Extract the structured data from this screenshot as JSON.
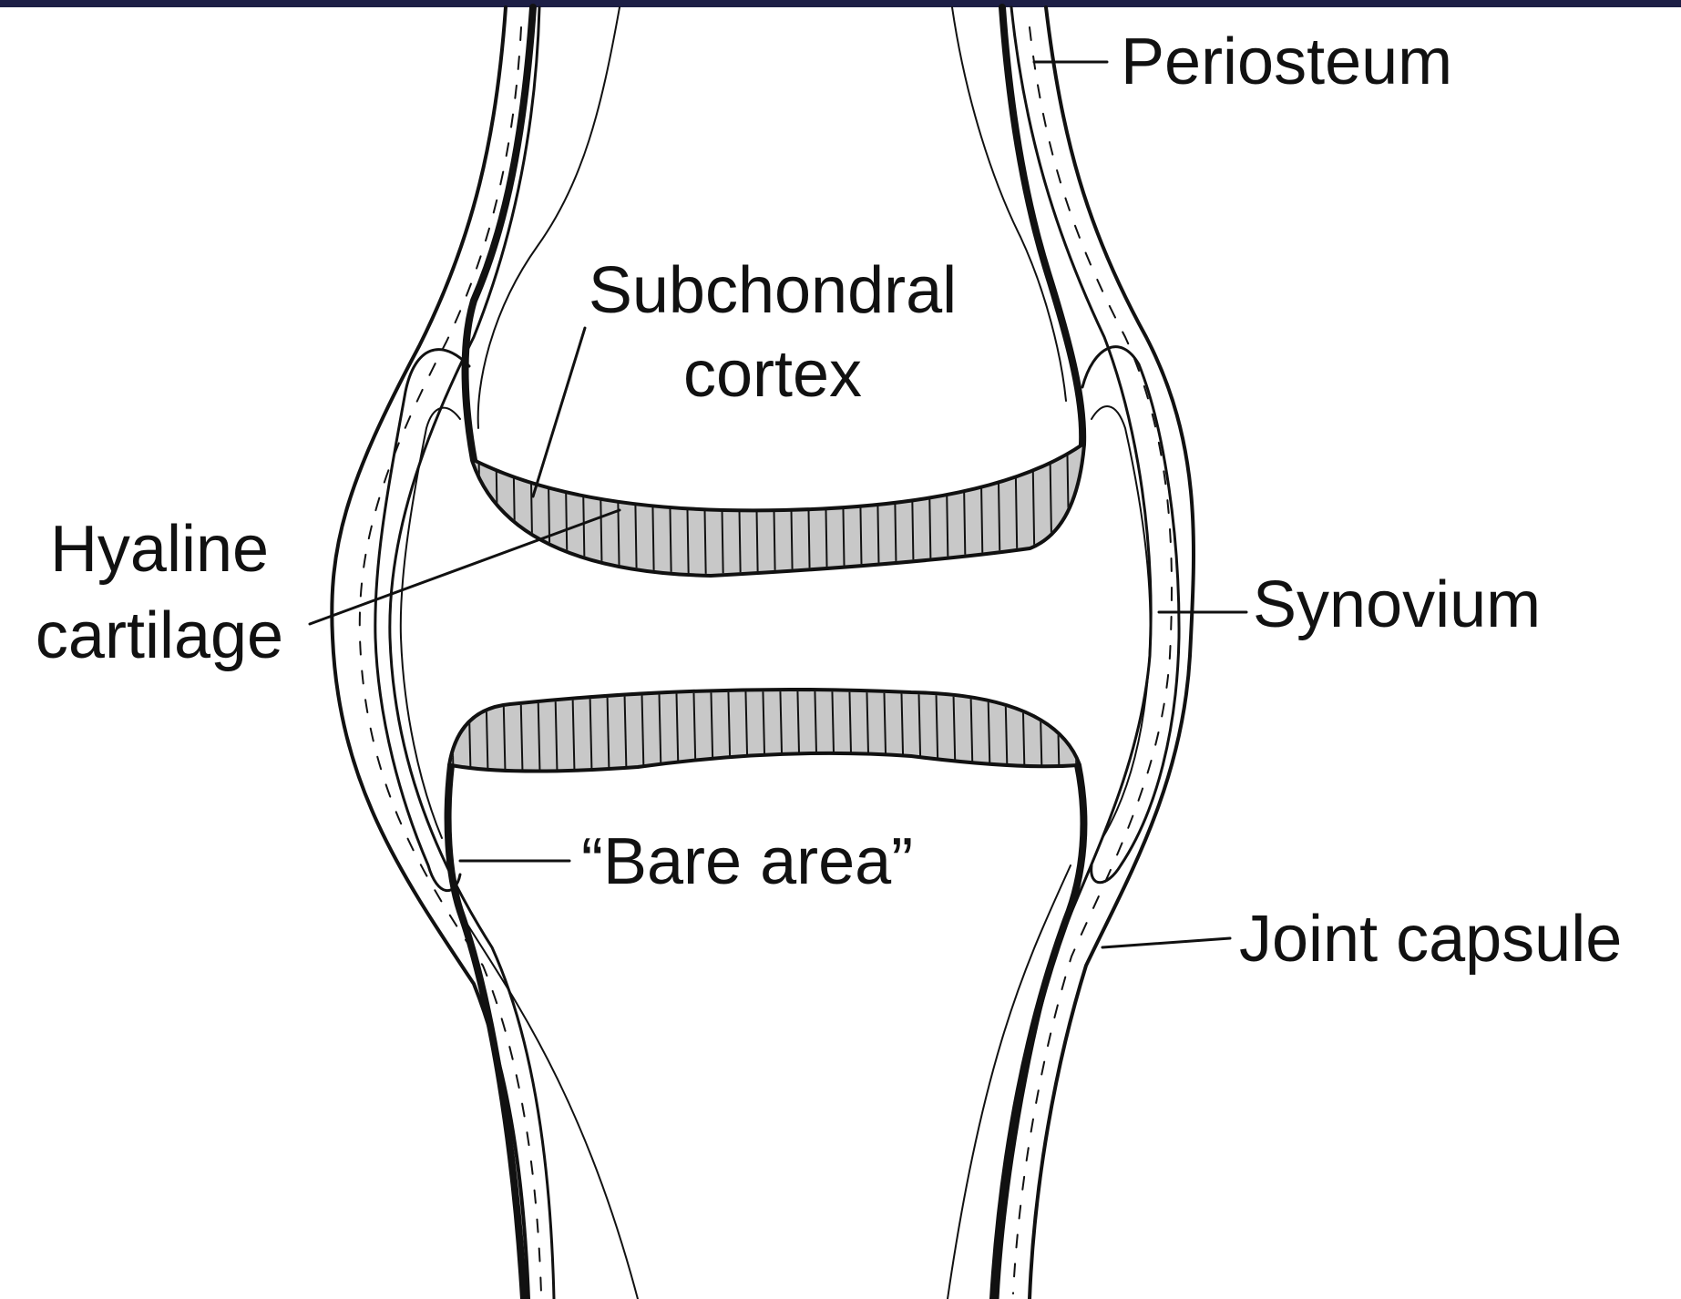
{
  "figure": {
    "background_color": "#ffffff",
    "frame_color": "#1d1f46",
    "line_color": "#111111",
    "cartilage_fill": "#c8c8c8",
    "labels": {
      "periosteum": "Periosteum",
      "subchondral_line1": "Subchondral",
      "subchondral_line2": "cortex",
      "hyaline_line1": "Hyaline",
      "hyaline_line2": "cartilage",
      "synovium": "Synovium",
      "bare_area": "“Bare area”",
      "joint_capsule": "Joint capsule"
    }
  }
}
